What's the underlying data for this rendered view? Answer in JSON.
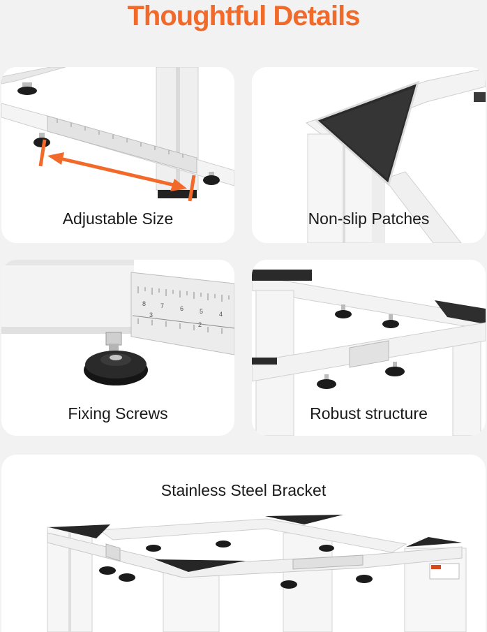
{
  "header": {
    "title": "Thoughtful Details"
  },
  "features": [
    {
      "caption": "Adjustable Size"
    },
    {
      "caption": "Non-slip Patches"
    },
    {
      "caption": "Fixing Screws"
    },
    {
      "caption": "Robust structure"
    },
    {
      "caption": "Stainless Steel Bracket"
    }
  ],
  "ruler_marks": [
    "8",
    "7",
    "6",
    "5",
    "4",
    "3",
    "2"
  ],
  "colors": {
    "accent": "#f26a2a",
    "background": "#f2f2f2",
    "card": "#ffffff"
  }
}
